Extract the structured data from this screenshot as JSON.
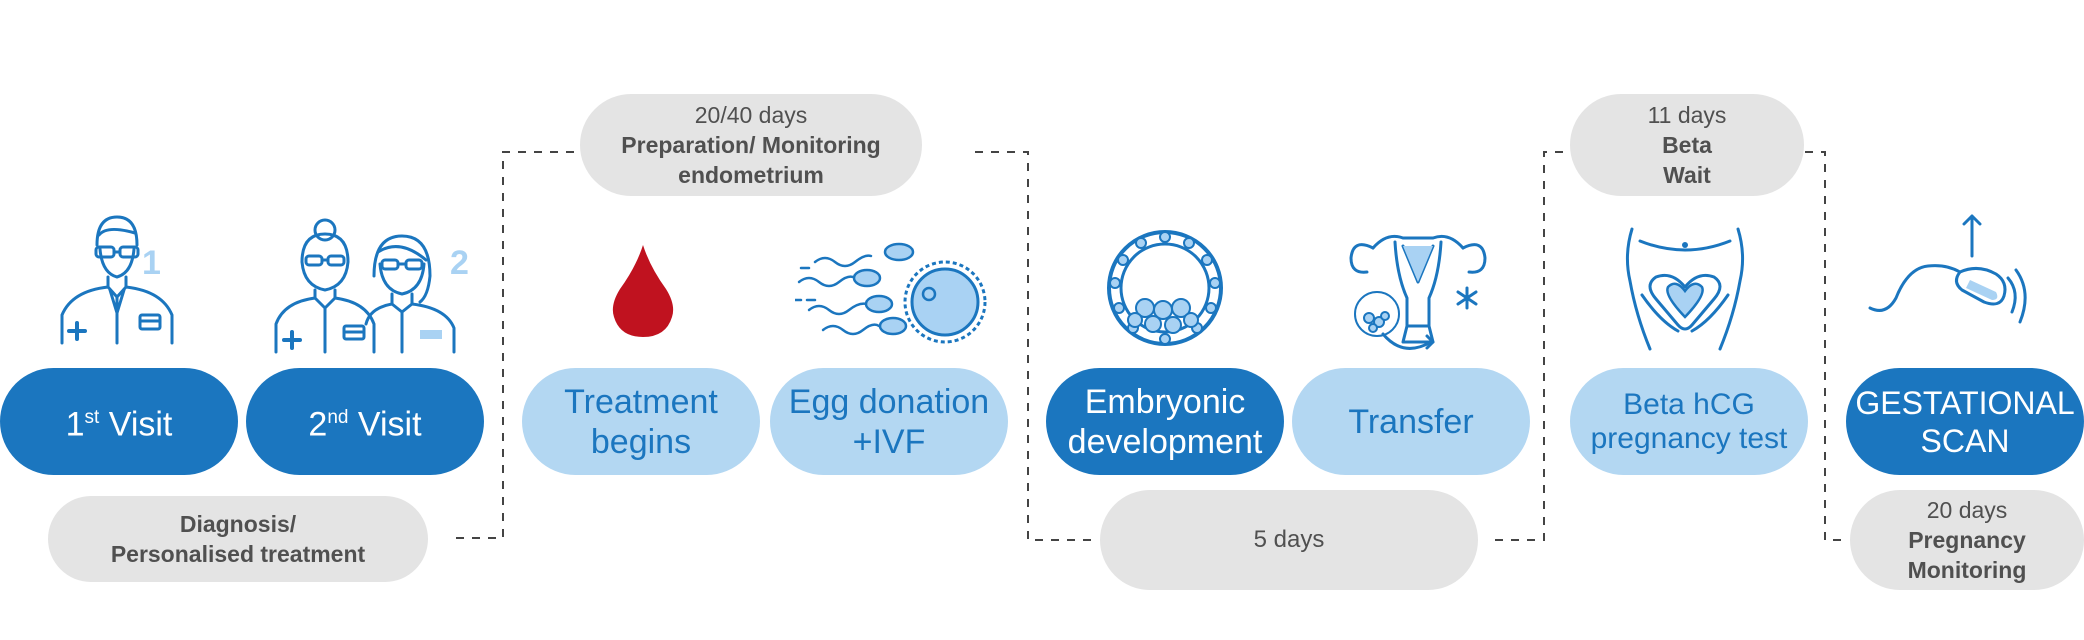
{
  "steps": {
    "visit1": {
      "num": "1",
      "sup": "st",
      "text": " Visit"
    },
    "visit2": {
      "num": "2",
      "sup": "nd",
      "text": " Visit"
    },
    "treatment": {
      "line1": "Treatment",
      "line2": "begins"
    },
    "egg": {
      "line1": "Egg donation",
      "line2": "+IVF"
    },
    "embryo": {
      "line1": "Embryonic",
      "line2": "development"
    },
    "transfer": {
      "label": "Transfer"
    },
    "beta_test": {
      "line1": "Beta hCG",
      "line2": "pregnancy test"
    },
    "scan": {
      "line1": "GESTATIONAL",
      "line2": "SCAN"
    }
  },
  "phases": {
    "diagnosis": {
      "line1": "Diagnosis/",
      "line2": "Personalised treatment"
    },
    "preparation": {
      "days": "20/40 days",
      "line1": "Preparation/ Monitoring",
      "line2": "endometrium"
    },
    "embryo_days": {
      "days": "5 days"
    },
    "beta_wait": {
      "days": "11 days",
      "line1": "Beta",
      "line2": "Wait"
    },
    "pregnancy": {
      "days": "20 days",
      "line1": "Pregnancy",
      "line2": "Monitoring"
    }
  },
  "icons": {
    "doctor1_number": "1",
    "doctor2_number": "2",
    "doctor1": "doctor-icon",
    "doctors2": "two-doctors-icon",
    "blood": "blood-drop-icon",
    "egg": "sperm-egg-icon",
    "blastocyst": "blastocyst-icon",
    "uterus": "uterus-icon",
    "belly": "pregnant-belly-heart-icon",
    "ultrasound": "ultrasound-probe-icon"
  },
  "colors": {
    "dark_blue": "#1b76bf",
    "light_blue": "#b3d7f2",
    "gray_pill": "#e4e4e4",
    "gray_text": "#505050",
    "blood_red": "#c0121f",
    "icon_fill": "#a9d2f3"
  }
}
